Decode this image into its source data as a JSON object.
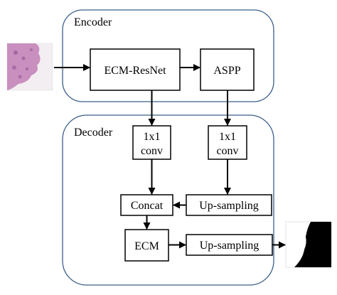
{
  "colors": {
    "group_border": "#3b5f8a",
    "group_fill": "#ffffff",
    "box_border": "#000000",
    "arrow": "#000000",
    "tissue_base": "#c98fbf",
    "tissue_dark": "#8a4e8c",
    "mask_black": "#000000"
  },
  "groups": {
    "encoder": {
      "title": "Encoder"
    },
    "decoder": {
      "title": "Decoder"
    }
  },
  "boxes": {
    "ecm_resnet": {
      "label": "ECM-ResNet"
    },
    "aspp": {
      "label": "ASPP"
    },
    "conv1": {
      "line1": "1x1",
      "line2": "conv"
    },
    "conv2": {
      "line1": "1x1",
      "line2": "conv"
    },
    "concat": {
      "label": "Concat"
    },
    "upsampling1": {
      "label": "Up-sampling"
    },
    "ecm": {
      "label": "ECM"
    },
    "upsampling2": {
      "label": "Up-sampling"
    }
  },
  "images": {
    "input": {
      "icon": "histology-patch-thumbnail"
    },
    "output": {
      "icon": "segmentation-mask-thumbnail"
    }
  }
}
